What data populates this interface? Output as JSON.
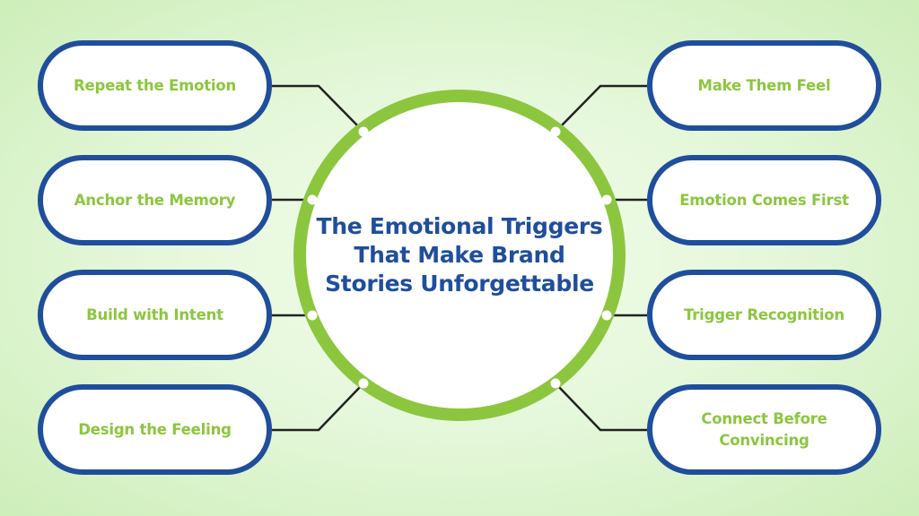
{
  "title": "The Emotional Triggers That Make Brand Stories Unforgettable",
  "colors": {
    "pill_border": "#1f4e9c",
    "pill_text": "#8cc63f",
    "circle_ring": "#8cc63f",
    "title_text": "#1f4e9c",
    "connector": "#222222"
  },
  "left_items": [
    {
      "label": "Repeat the Emotion"
    },
    {
      "label": "Anchor the Memory"
    },
    {
      "label": "Build with Intent"
    },
    {
      "label": "Design the Feeling"
    }
  ],
  "right_items": [
    {
      "label": "Make Them Feel"
    },
    {
      "label": "Emotion Comes First"
    },
    {
      "label": "Trigger Recognition"
    },
    {
      "label": "Connect Before Convincing"
    }
  ]
}
